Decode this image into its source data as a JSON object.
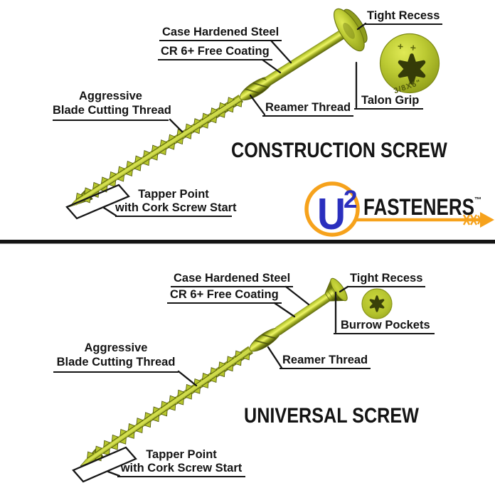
{
  "top_panel": {
    "title": "CONSTRUCTION SCREW",
    "labels": {
      "tight_recess": "Tight Recess",
      "case_hardened_steel": "Case Hardened Steel",
      "coating": "CR 6+ Free Coating",
      "aggressive_line1": "Aggressive",
      "aggressive_line2": "Blade Cutting Thread",
      "reamer_thread": "Reamer Thread",
      "talon_grip": "Talon Grip",
      "tapper_line1": "Tapper Point",
      "tapper_line2": "with Cork Screw Start"
    },
    "head_detail": {
      "plus_marks": "+ +",
      "size_marking": "3/8X6\"",
      "drive_icon": "six-point-star-recess"
    }
  },
  "bottom_panel": {
    "title": "UNIVERSAL SCREW",
    "labels": {
      "tight_recess": "Tight Recess",
      "case_hardened_steel": "Case Hardened Steel",
      "coating": "CR 6+ Free Coating",
      "aggressive_line1": "Aggressive",
      "aggressive_line2": "Blade Cutting Thread",
      "reamer_thread": "Reamer Thread",
      "burrow_pockets": "Burrow Pockets",
      "tapper_line1": "Tapper Point",
      "tapper_line2": "with Cork Screw Start"
    },
    "head_detail": {
      "drive_icon": "six-point-star-recess"
    }
  },
  "logo": {
    "letter": "U",
    "superscript": "2",
    "wordmark": "FASTENERS",
    "trademark": "™"
  },
  "colors": {
    "screw_green": "#b7c62e",
    "screw_green_dark": "#59630c",
    "screw_green_light": "#eef566",
    "label_black": "#141414",
    "logo_blue": "#2a2fbe",
    "logo_orange": "#f6a21c",
    "background": "#ffffff"
  }
}
